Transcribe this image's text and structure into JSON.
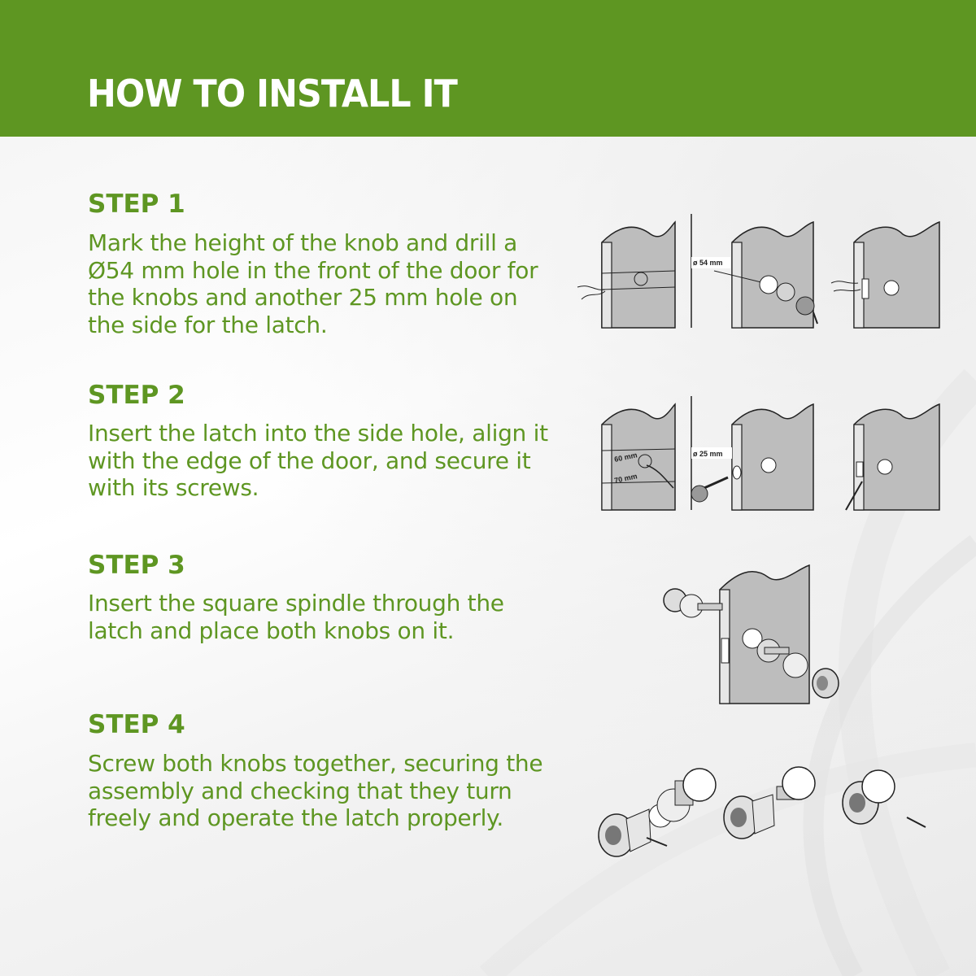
{
  "header": {
    "title": "HOW TO INSTALL IT"
  },
  "steps": [
    {
      "title": "STEP 1",
      "text": "Mark the height of the knob and drill a Ø54 mm hole in the front of the door for the knobs and another 25 mm hole on the side for the latch.",
      "illustration_labels": [
        "ø 54 mm"
      ]
    },
    {
      "title": "STEP 2",
      "text": "Insert the latch into the side hole, align it with the edge of the door, and secure it with its screws.",
      "illustration_labels": [
        "60 mm",
        "70 mm",
        "ø 25 mm"
      ]
    },
    {
      "title": "STEP 3",
      "text": "Insert the square spindle through the latch and place both knobs on it."
    },
    {
      "title": "STEP 4",
      "text": "Screw both knobs together, securing the assembly and checking that they turn freely and operate the latch properly."
    }
  ],
  "colors": {
    "brand_green": "#5e9622",
    "header_text": "#ffffff"
  }
}
